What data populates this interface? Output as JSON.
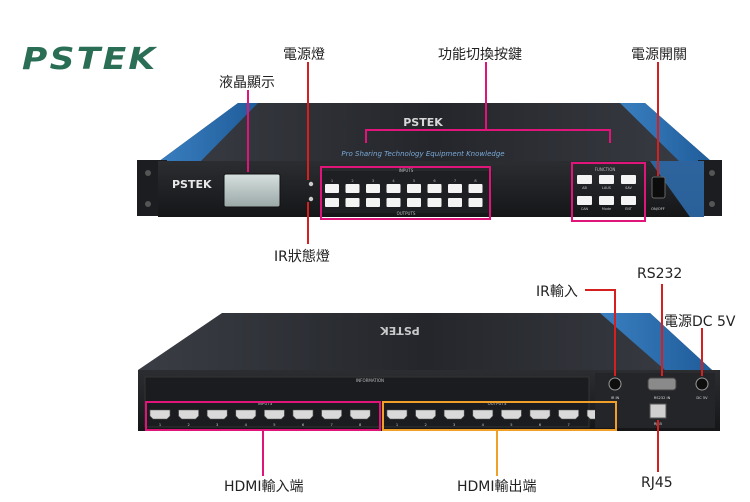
{
  "brand": {
    "logo_text": "PSTEK",
    "panel_brand": "PSTEK",
    "top_brand": "PSTEK"
  },
  "front_panel": {
    "slogan": "Pro Sharing Technology Equipment Knowledge",
    "inputs_header": "INPUTS",
    "outputs_header": "OUTPUTS",
    "function_header": "FUNCTION",
    "input_numbers": [
      "1",
      "2",
      "3",
      "4",
      "5",
      "6",
      "7",
      "8"
    ],
    "function_keys": [
      "AB",
      "LAUS",
      "SAV",
      "CAN",
      "Mode",
      "ENT"
    ],
    "power_label": "ON/OFF"
  },
  "back_panel": {
    "information": "INFORMATION",
    "inputs_header": "INPUTS",
    "outputs_header": "OUTPUTS",
    "port_numbers": [
      "1",
      "2",
      "3",
      "4",
      "5",
      "6",
      "7",
      "8"
    ],
    "ir_port_label": "IR IN",
    "rs232_port_label": "RS232 IN",
    "dc_port_label": "DC 5V",
    "rj45_port_label": "RJ45"
  },
  "callouts": {
    "lcd": "液晶顯示",
    "power_led": "電源燈",
    "function_keys": "功能切換按鍵",
    "power_switch": "電源開關",
    "ir_led": "IR狀態燈",
    "ir_input": "IR輸入",
    "rs232": "RS232",
    "dc_power": "電源DC 5V",
    "hdmi_in": "HDMI輸入端",
    "hdmi_out": "HDMI輸出端",
    "rj45": "RJ45"
  },
  "colors": {
    "accent_pink": "#e0157a",
    "accent_orange": "#f0a028",
    "accent_red": "#d62020",
    "brand_green": "#2a6e55"
  }
}
